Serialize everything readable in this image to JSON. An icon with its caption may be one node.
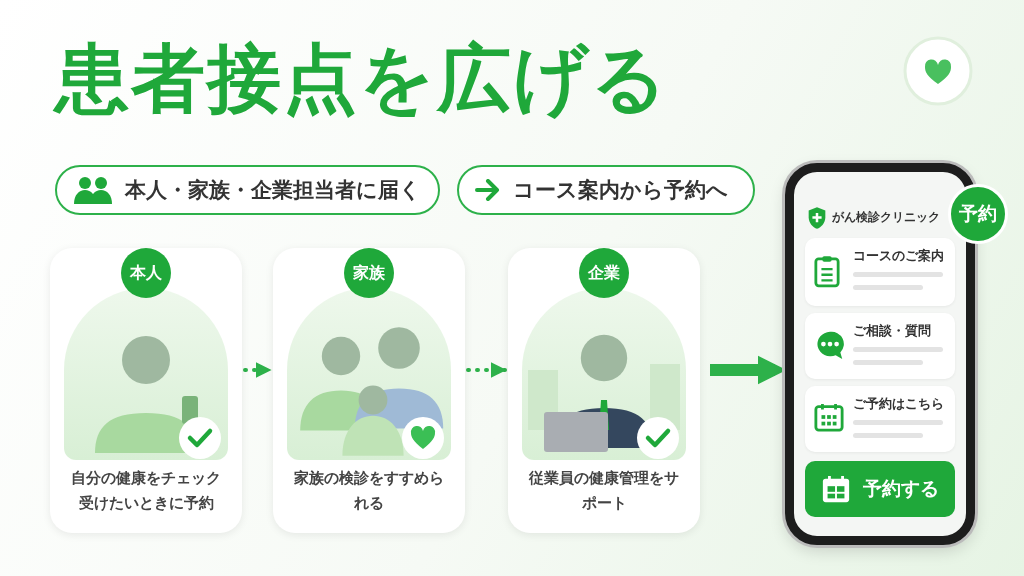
{
  "diagram": {
    "title": "患者接点を広げる",
    "nodes": [
      {
        "text": [
          "本人",
          "自分の健康をチェック受けたいときに予約"
        ]
      },
      {
        "text": [
          "家族",
          "家族の検診をすすめられる"
        ]
      },
      {
        "text": [
          "企業",
          "従業員の健康管理をサポート"
        ]
      },
      {
        "text": [
          "がん検診クリニック"
        ]
      },
      {
        "text": [
          "コースのご案内"
        ],
        "in": 3
      },
      {
        "text": [
          "ご相談・質問"
        ],
        "in": 3
      },
      {
        "text": [
          "ご予約はこちら"
        ],
        "in": 3
      },
      {
        "text": [
          "予約する"
        ],
        "in": 3
      },
      {
        "text": [
          "予約"
        ]
      }
    ],
    "edges": [
      {
        "from": 0,
        "to": 1,
        "arrow": "to",
        "style": "dashed"
      },
      {
        "from": 1,
        "to": 2,
        "arrow": "to",
        "style": "dashed"
      },
      {
        "from": 2,
        "to": 3,
        "arrow": "to",
        "style": "thick"
      }
    ],
    "labels": [
      "本人・家族・企業担当者に届く",
      "コース案内から予約へ"
    ]
  }
}
